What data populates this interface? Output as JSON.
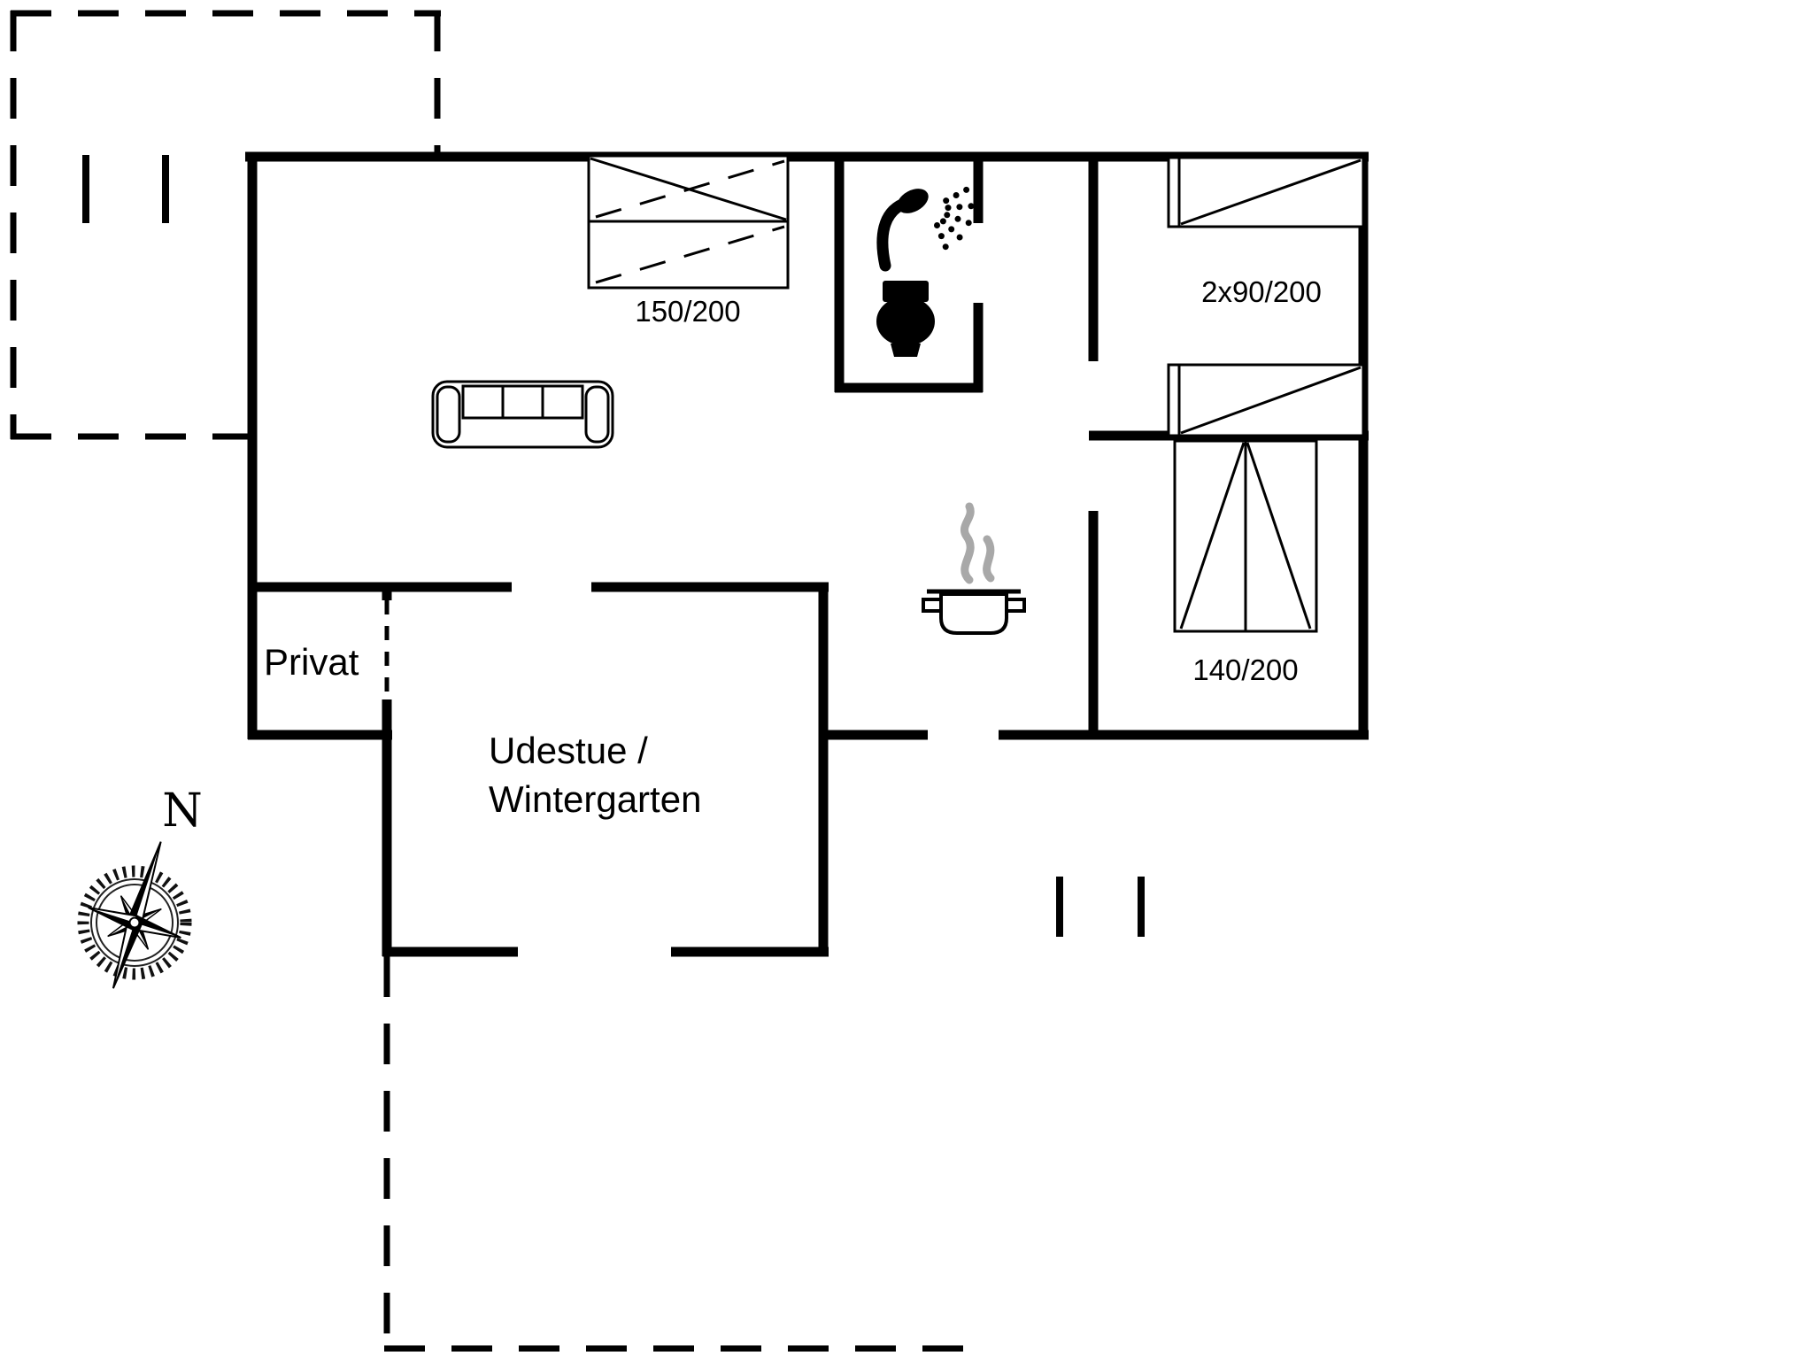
{
  "floorplan": {
    "labels": {
      "bed_main": "150/200",
      "beds_twin": "2x90/200",
      "bed_second": "140/200",
      "room_privat": "Privat",
      "udestue_line1": "Udestue /",
      "udestue_line2": "Wintergarten",
      "compass_north": "N"
    },
    "colors": {
      "wall": "#000000",
      "background": "#ffffff",
      "steam": "#a8a8a8"
    },
    "icons": {
      "shower": "shower-icon",
      "toilet": "toilet-icon",
      "cooking_pot": "cooking-pot-icon",
      "steam": "steam-icon",
      "sofa": "sofa-icon",
      "double_bed": "double-bed-icon",
      "twin_beds": "single-beds-icon",
      "second_double_bed": "second-bed-icon",
      "compass": "compass-rose-icon"
    }
  }
}
